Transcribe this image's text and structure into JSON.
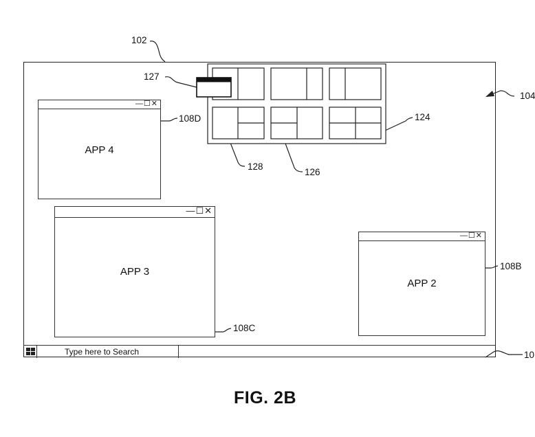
{
  "figure": {
    "title": "FIG. 2B"
  },
  "taskbar": {
    "search_placeholder": "Type here to Search"
  },
  "windows": [
    {
      "id": "108D",
      "label": "APP 4",
      "controls": "—☐✕"
    },
    {
      "id": "108C",
      "label": "APP 3",
      "controls": "—☐✕"
    },
    {
      "id": "108B",
      "label": "APP 2",
      "controls": "—☐✕"
    }
  ],
  "refs": {
    "screen": "102",
    "pointer": "104",
    "taskbar": "10",
    "preview_box": "127",
    "layout_panel": "124",
    "layout_a": "128",
    "layout_b": "126",
    "window_app4": "108D",
    "window_app3": "108C",
    "window_app2": "108B"
  }
}
